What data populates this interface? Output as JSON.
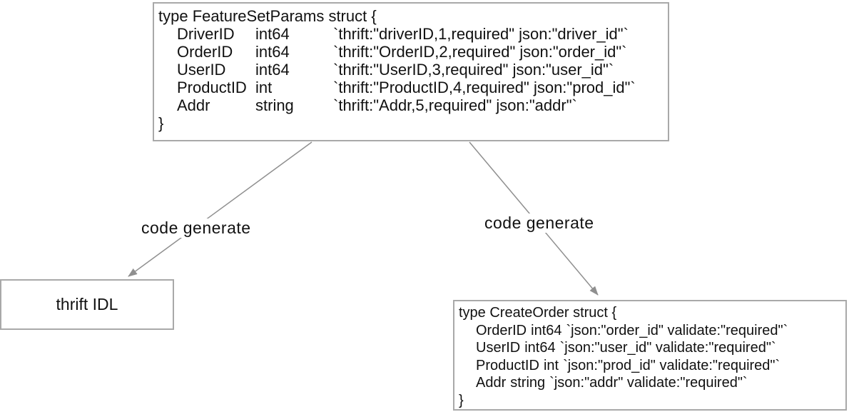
{
  "diagram": {
    "source_struct": {
      "header": "type FeatureSetParams struct {",
      "fields": [
        {
          "name": "DriverID",
          "type": "int64",
          "tag": "`thrift:\"driverID,1,required\" json:\"driver_id\"`"
        },
        {
          "name": "OrderID",
          "type": "int64",
          "tag": "`thrift:\"OrderID,2,required\" json:\"order_id\"`"
        },
        {
          "name": "UserID",
          "type": "int64",
          "tag": "`thrift:\"UserID,3,required\" json:\"user_id\"`"
        },
        {
          "name": "ProductID",
          "type": "int",
          "tag": "`thrift:\"ProductID,4,required\" json:\"prod_id\"`"
        },
        {
          "name": "Addr",
          "type": "string",
          "tag": "`thrift:\"Addr,5,required\" json:\"addr\"`"
        }
      ],
      "footer": "}"
    },
    "thrift_idl_box": {
      "label": "thrift IDL"
    },
    "generated_struct": {
      "header": "type CreateOrder struct {",
      "fields": [
        {
          "name": "OrderID",
          "type": "int64",
          "tag": "`json:\"order_id\" validate:\"required\"`"
        },
        {
          "name": "UserID",
          "type": "int64",
          "tag": "`json:\"user_id\" validate:\"required\"`"
        },
        {
          "name": "ProductID",
          "type": "int",
          "tag": "`json:\"prod_id\" validate:\"required\"`"
        },
        {
          "name": "Addr",
          "type": "string",
          "tag": "`json:\"addr\" validate:\"required\"`"
        }
      ],
      "footer": "}"
    },
    "edges": [
      {
        "label": "code generate"
      },
      {
        "label": "code generate"
      }
    ],
    "colors": {
      "border": "#a9a9a9",
      "arrow": "#8f8f8f",
      "text": "#111111",
      "background": "#ffffff"
    }
  }
}
